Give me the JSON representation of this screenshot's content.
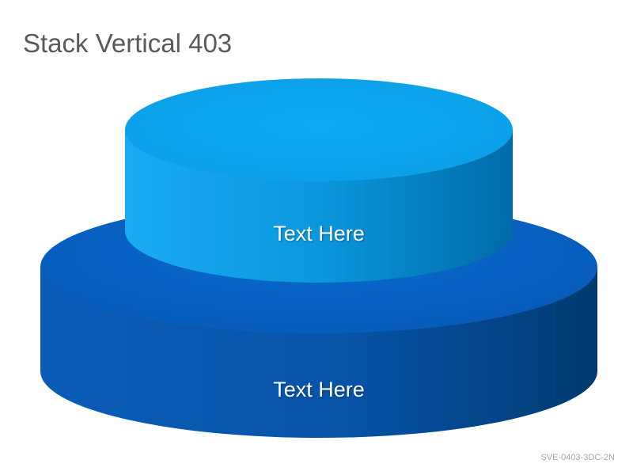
{
  "slide": {
    "title": "Stack Vertical 403",
    "code": "SVE-0403-3DC-2N"
  },
  "layers": [
    {
      "label": "Text Here",
      "position": "top"
    },
    {
      "label": "Text Here",
      "position": "bottom"
    }
  ],
  "colors": {
    "title_text": "#595959",
    "top_face_top": "#0ca6ee",
    "top_side_light": "#18a9f0",
    "top_side_dark": "#006fae",
    "bottom_face_top": "#0863c4",
    "bottom_side_light": "#0a5dbb",
    "bottom_side_dark": "#003c74",
    "code_text": "#a6a6a6"
  }
}
